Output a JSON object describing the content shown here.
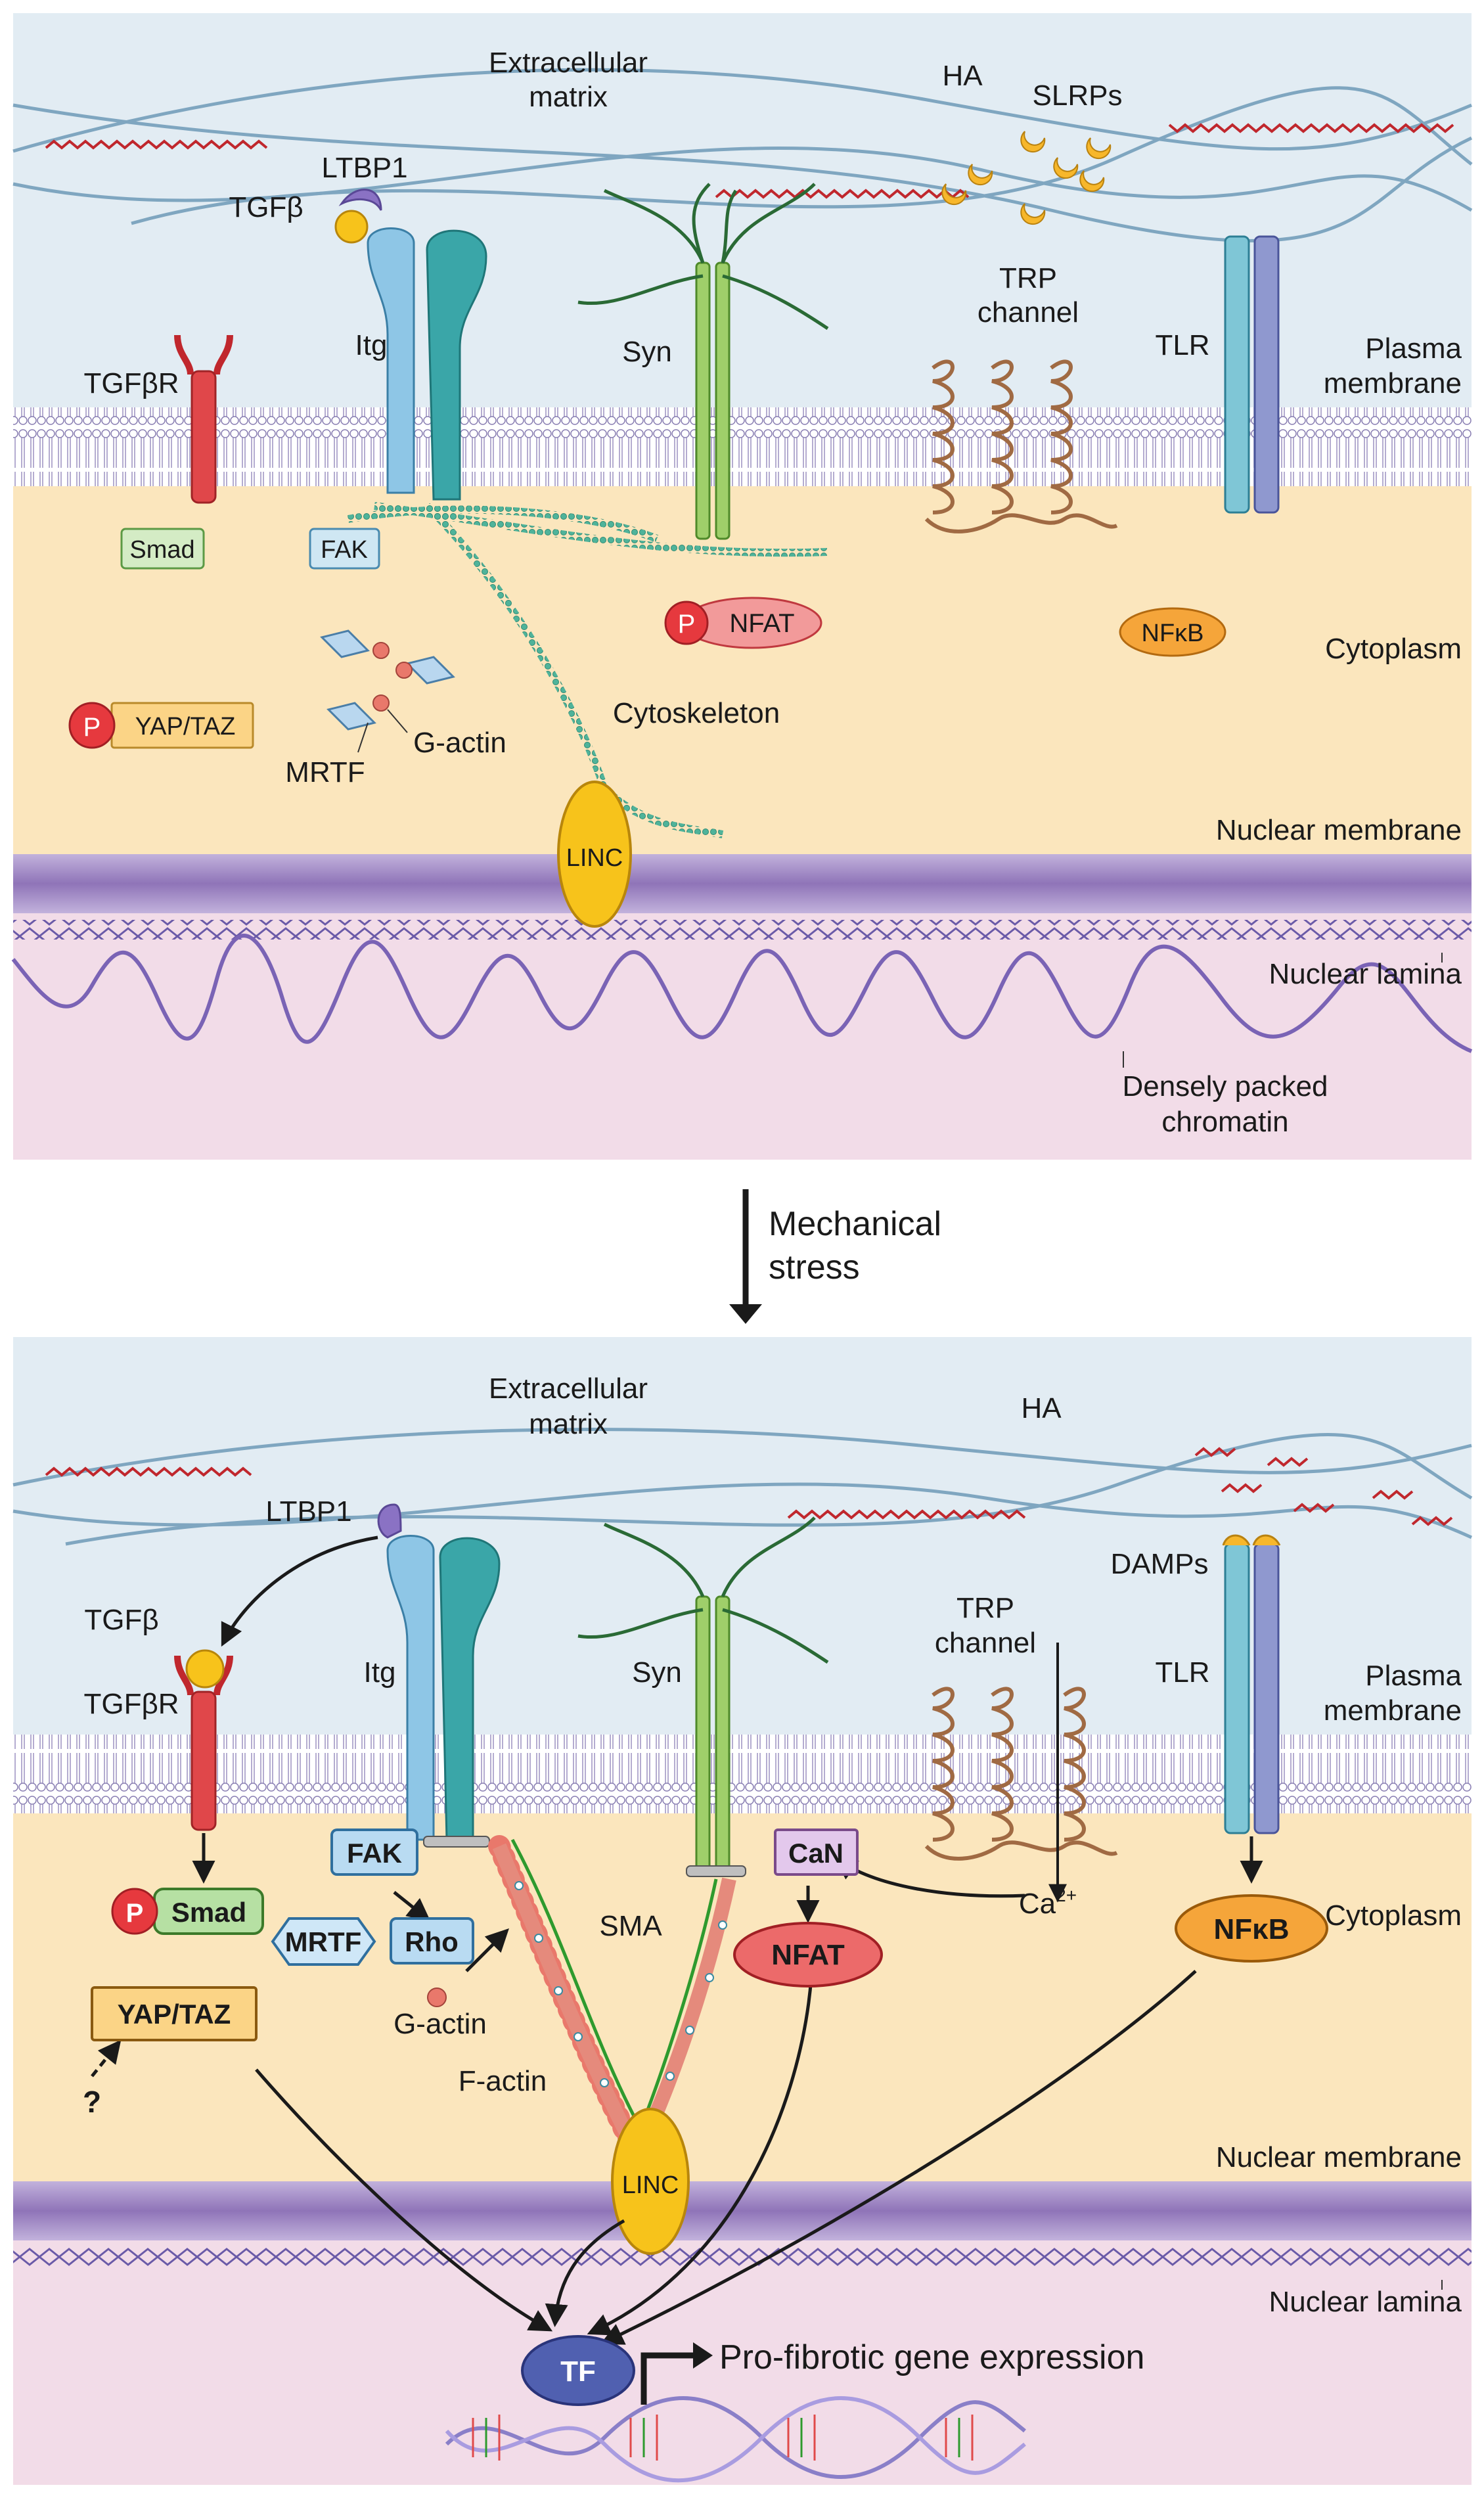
{
  "top": {
    "ecm": [
      "Extracellular",
      "matrix"
    ],
    "ha": "HA",
    "slrps": "SLRPs",
    "ltbp1": "LTBP1",
    "tgfb": "TGFβ",
    "itg": "Itg",
    "syn": "Syn",
    "trp": [
      "TRP",
      "channel"
    ],
    "tlr": "TLR",
    "plasma_membrane": [
      "Plasma",
      "membrane"
    ],
    "tgfbr": "TGFβR",
    "smad": "Smad",
    "fak": "FAK",
    "p": "P",
    "nfat": "NFAT",
    "nfkb": "NFκB",
    "cytoplasm": "Cytoplasm",
    "yap_taz": "YAP/TAZ",
    "mrtf": "MRTF",
    "g_actin": "G-actin",
    "cytoskeleton": "Cytoskeleton",
    "nuclear_membrane": "Nuclear membrane",
    "linc": "LINC",
    "nuclear_lamina": "Nuclear lamina",
    "chromatin": [
      "Densely packed",
      "chromatin"
    ]
  },
  "transition": [
    "Mechanical",
    "stress"
  ],
  "bottom": {
    "ecm": [
      "Extracellular",
      "matrix"
    ],
    "ha": "HA",
    "ltbp1": "LTBP1",
    "tgfb": "TGFβ",
    "tgfbr": "TGFβR",
    "itg": "Itg",
    "syn": "Syn",
    "trp": [
      "TRP",
      "channel"
    ],
    "damps": "DAMPs",
    "tlr": "TLR",
    "plasma_membrane": [
      "Plasma",
      "membrane"
    ],
    "fak": "FAK",
    "can": "CaN",
    "p": "P",
    "smad": "Smad",
    "rho": "Rho",
    "mrtf": "MRTF",
    "sma": "SMA",
    "nfat": "NFAT",
    "ca": "Ca",
    "ca_sup": "2+",
    "cytoplasm": "Cytoplasm",
    "nfkb": "NFκB",
    "yap_taz": "YAP/TAZ",
    "g_actin": "G-actin",
    "f_actin": "F-actin",
    "question": "?",
    "nuclear_membrane": "Nuclear membrane",
    "linc": "LINC",
    "nuclear_lamina": "Nuclear lamina",
    "tf": "TF",
    "gene_expression": "Pro-fibrotic gene expression"
  },
  "colors": {
    "ecm_bg": "#e2ecf3",
    "cytoplasm_bg": "#fbe6bd",
    "nucleus_bg": "#f2dce8",
    "nuclear_membrane": "#9e86bf",
    "ecm_fiber": "#7fa6c0",
    "ha": "#c0272d",
    "itg_blue": "#8ec6e6",
    "itg_teal": "#3aa6a8",
    "syn_green": "#9fcf6a",
    "trp_brown": "#b5805a",
    "tlr_teal": "#7fc6d6",
    "tlr_blue": "#8f98cf",
    "tgfbr_red": "#e0474a",
    "linc_yellow": "#f7c31b",
    "p_red": "#e6393e",
    "nfat_red": "#ec6a6a",
    "nfkb_orange": "#f5a53a",
    "tf_blue": "#5060b0"
  }
}
